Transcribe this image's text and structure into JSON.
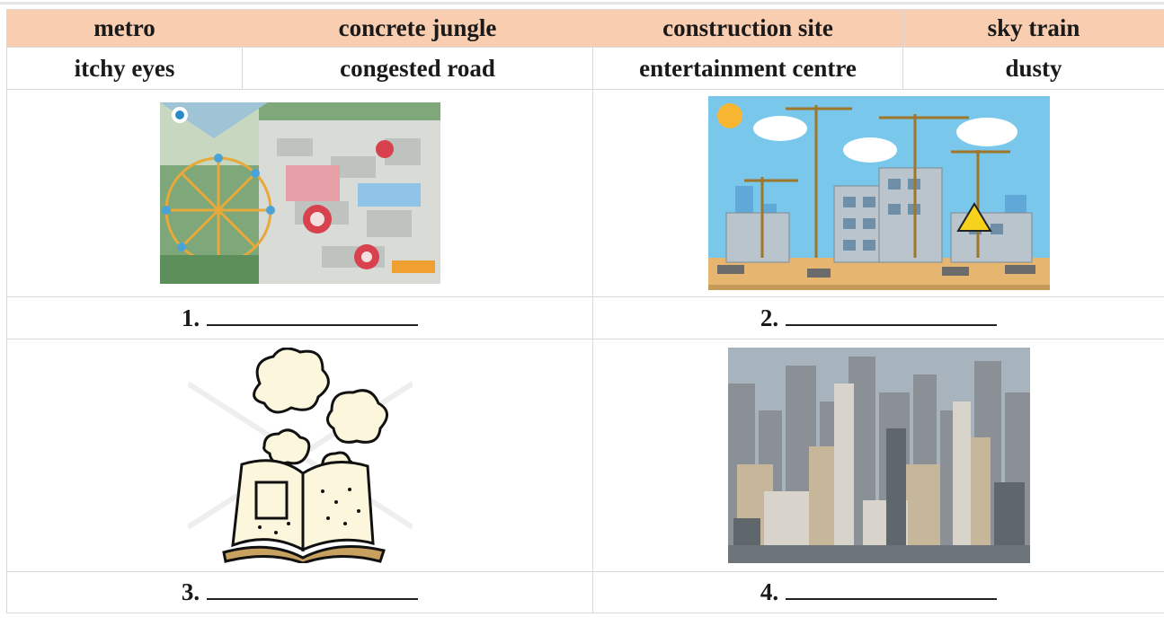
{
  "word_bank": {
    "row1": [
      "metro",
      "concrete jungle",
      "construction site",
      "sky train"
    ],
    "row2": [
      "itchy eyes",
      "congested road",
      "entertainment centre",
      "dusty"
    ]
  },
  "exercise": {
    "items": [
      {
        "number": "1.",
        "picture_icon": "amusement-park-photo"
      },
      {
        "number": "2.",
        "picture_icon": "construction-site-illustration"
      },
      {
        "number": "3.",
        "picture_icon": "dusty-book-illustration"
      },
      {
        "number": "4.",
        "picture_icon": "city-skyline-photo"
      }
    ]
  },
  "colors": {
    "header_bg": "#f9cdb0",
    "border": "#d8d8d8"
  }
}
